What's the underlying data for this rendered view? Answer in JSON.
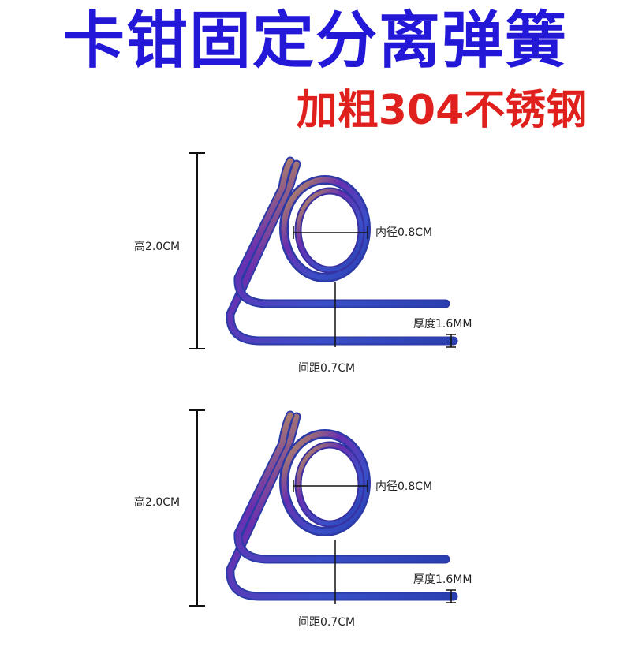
{
  "header": {
    "title": "卡钳固定分离弹簧",
    "subtitle": "加粗304不锈钢"
  },
  "diagrams": [
    {
      "height_label": "高2.0CM",
      "inner_diameter_label": "内径0.8CM",
      "thickness_label": "厚度1.6MM",
      "spacing_label": "间距0.7CM"
    },
    {
      "height_label": "高2.0CM",
      "inner_diameter_label": "内径0.8CM",
      "thickness_label": "厚度1.6MM",
      "spacing_label": "间距0.7CM"
    }
  ],
  "colors": {
    "title": "#2418d8",
    "subtitle": "#e0201c",
    "spring_blue": "#3a4fc8",
    "spring_purple": "#6a2fb0",
    "spring_gold": "#c9a24a"
  }
}
